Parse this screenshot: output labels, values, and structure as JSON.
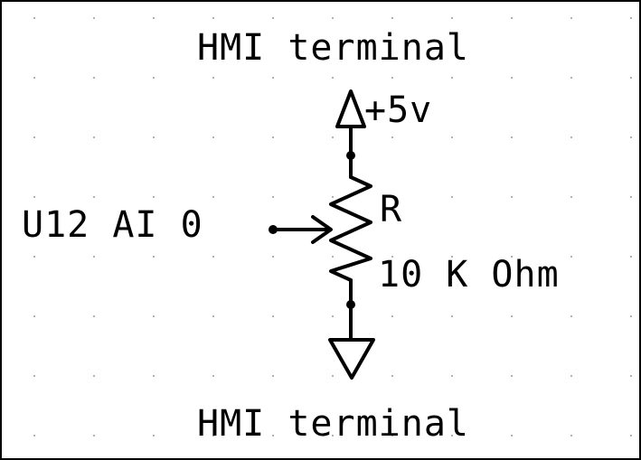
{
  "schematic": {
    "top_terminal_label": "HMI terminal",
    "bottom_terminal_label": "HMI terminal",
    "supply_label": "+5v",
    "input_label": "U12 AI 0",
    "resistor_designator": "R",
    "resistor_value": "10 K Ohm"
  },
  "colors": {
    "background": "#ffffff",
    "ink": "#000000",
    "grid": "#9a9a9a"
  },
  "icons": {
    "supply": "supply-arrow-icon",
    "ground": "ground-triangle-icon",
    "resistor": "potentiometer-icon"
  }
}
